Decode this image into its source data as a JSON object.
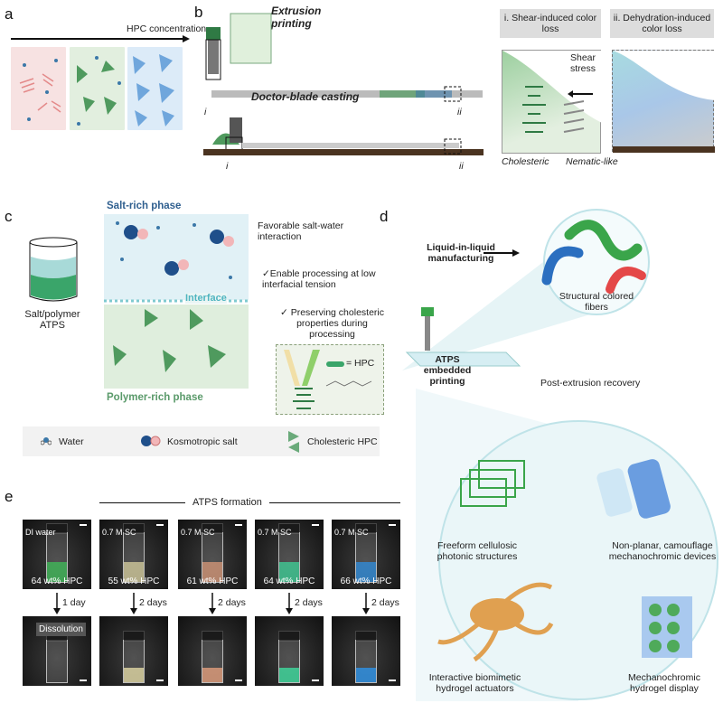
{
  "panel_labels": {
    "a": "a",
    "b": "b",
    "c": "c",
    "d": "d",
    "e": "e"
  },
  "panel_a": {
    "axis_label": "HPC concentration"
  },
  "panel_b": {
    "extrusion_title": "Extrusion printing",
    "doctor_blade_title": "Doctor-blade casting",
    "marker_i": "i",
    "marker_ii": "ii",
    "box_i": "i. Shear-induced color loss",
    "box_ii": "ii. Dehydration-induced color loss",
    "shear_stress": "Shear stress",
    "cholesteric": "Cholesteric",
    "nematic": "Nematic-like"
  },
  "panel_c": {
    "salt_phase": "Salt-rich phase",
    "polymer_phase": "Polymer-rich phase",
    "interface": "Interface",
    "beaker_label": "Salt/polymer ATPS",
    "note_salt": "Favorable salt-water interaction",
    "note_interface": "✓Enable processing at low interfacial tension",
    "note_cholesteric": "✓ Preserving cholesteric properties during processing",
    "hpc_eq": "= HPC",
    "legend": {
      "water": "Water",
      "salt": "Kosmotropic salt",
      "hpc": "Cholesteric HPC"
    }
  },
  "panel_d": {
    "liquid_mfg": "Liquid-in-liquid manufacturing",
    "fibers": "Structural colored fibers",
    "atps_printing": "ATPS embedded printing",
    "recovery": "Post-extrusion recovery",
    "apps": [
      "Freeform cellulosic photonic structures",
      "Non-planar, camouflage mechanochromic devices",
      "Interactive biomimetic hydrogel actuators",
      "Mechanochromic hydrogel display"
    ]
  },
  "panel_e": {
    "header": "ATPS formation",
    "dissolution": "Dissolution",
    "samples": [
      {
        "top": "DI water",
        "label": "64 wt% HPC",
        "time": "1 day",
        "color": "#3fbf5a"
      },
      {
        "top": "0.7 M SC",
        "label": "55 wt% HPC",
        "time": "2 days",
        "color": "#d8d0a0"
      },
      {
        "top": "0.7 M SC",
        "label": "61 wt% HPC",
        "time": "2 days",
        "color": "#d99a7a"
      },
      {
        "top": "0.7 M SC",
        "label": "64 wt% HPC",
        "time": "2 days",
        "color": "#3fd39a"
      },
      {
        "top": "0.7 M SC",
        "label": "66 wt% HPC",
        "time": "2 days",
        "color": "#2f8fe0"
      }
    ]
  }
}
